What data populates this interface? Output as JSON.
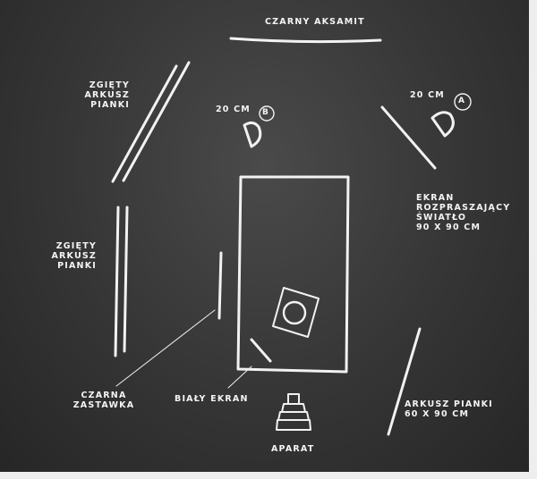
{
  "labels": {
    "velvet": "CZARNY AKSAMIT",
    "foam_top": "ZGIĘTY\nARKUSZ\nPIANKI",
    "foam_left": "ZGIĘTY\nARKUSZ\nPIANKI",
    "light_b_size": "20 CM",
    "light_b_tag": "B",
    "light_a_size": "20 CM",
    "light_a_tag": "A",
    "diffuser": "EKRAN\nROZPRASZAJĄCY\nŚWIATŁO\n90 X 90 CM",
    "flag": "CZARNA\nZASTAWKA",
    "white_screen": "BIAŁY EKRAN",
    "camera": "APARAT",
    "foam_sheet": "ARKUSZ PIANKI\n60 X 90 CM"
  },
  "colors": {
    "chalkboard": "#3a3a3a",
    "chalk": "#f2f2f2"
  }
}
